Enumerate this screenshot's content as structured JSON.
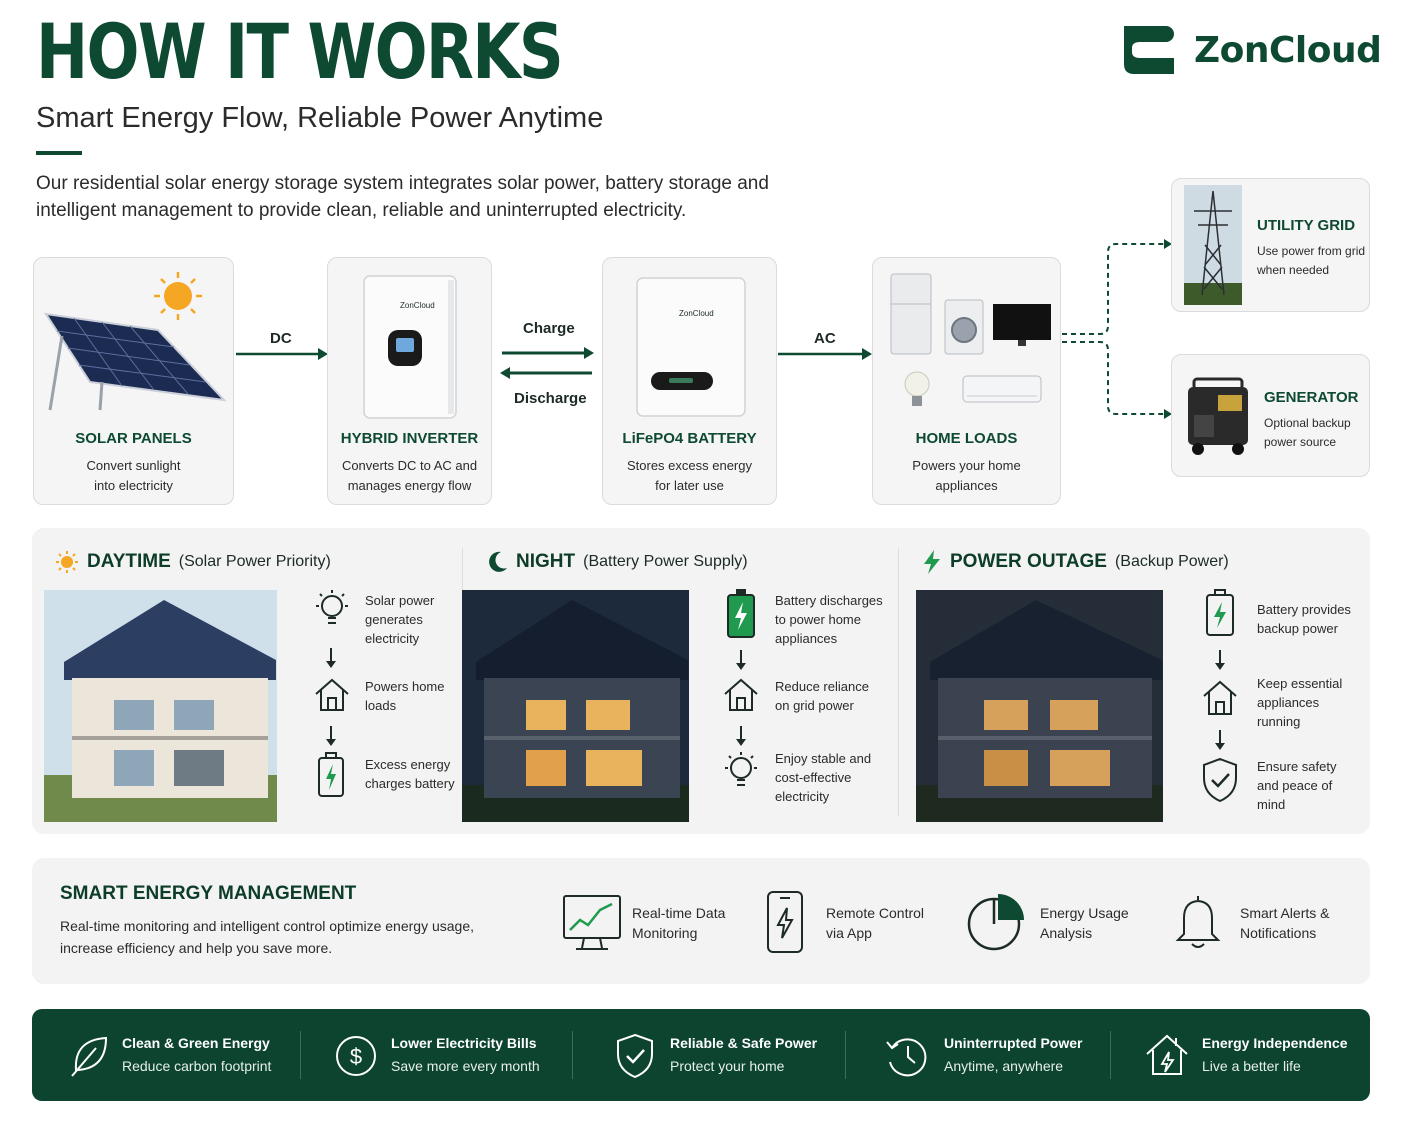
{
  "header": {
    "title": "HOW IT WORKS",
    "subtitle": "Smart Energy Flow, Reliable Power Anytime",
    "intro": "Our residential solar energy storage system integrates solar power, battery storage and intelligent management to provide clean, reliable and uninterrupted electricity."
  },
  "brand": {
    "name": "ZonCloud",
    "device_label": "ZonCloud",
    "color": "#0d4a31"
  },
  "flow": {
    "solar": {
      "title": "SOLAR PANELS",
      "desc": "Convert sunlight\ninto electricity"
    },
    "dc_label": "DC",
    "inverter": {
      "title": "HYBRID INVERTER",
      "desc": "Converts DC to AC and\nmanages energy flow"
    },
    "charge_label": "Charge",
    "discharge_label": "Discharge",
    "battery": {
      "title": "LiFePO4 BATTERY",
      "desc": "Stores excess energy\nfor later use"
    },
    "ac_label": "AC",
    "loads": {
      "title": "HOME LOADS",
      "desc": "Powers your home\nappliances"
    },
    "grid": {
      "title": "UTILITY GRID",
      "desc": "Use power from grid\nwhen needed"
    },
    "generator": {
      "title": "GENERATOR",
      "desc": "Optional backup\npower source"
    }
  },
  "modes": {
    "day": {
      "title": "DAYTIME",
      "sub": "(Solar Power Priority)",
      "steps": [
        "Solar power\ngenerates\nelectricity",
        "Powers home\nloads",
        "Excess energy\ncharges battery"
      ]
    },
    "night": {
      "title": "NIGHT",
      "sub": "(Battery Power Supply)",
      "steps": [
        "Battery discharges\nto power home\nappliances",
        "Reduce reliance\non grid power",
        "Enjoy stable and\ncost-effective\nelectricity"
      ]
    },
    "outage": {
      "title": "POWER OUTAGE",
      "sub": "(Backup Power)",
      "steps": [
        "Battery provides\nbackup power",
        "Keep essential\nappliances\nrunning",
        "Ensure safety\nand peace of\nmind"
      ]
    }
  },
  "smart": {
    "title": "SMART ENERGY MANAGEMENT",
    "desc": "Real-time monitoring and intelligent control optimize energy usage, increase efficiency and help you save more.",
    "features": [
      "Real-time Data\nMonitoring",
      "Remote Control\nvia App",
      "Energy Usage\nAnalysis",
      "Smart Alerts &\nNotifications"
    ]
  },
  "benefits": [
    {
      "title": "Clean & Green Energy",
      "sub": "Reduce carbon footprint"
    },
    {
      "title": "Lower Electricity Bills",
      "sub": "Save more every month"
    },
    {
      "title": "Reliable & Safe Power",
      "sub": "Protect your home"
    },
    {
      "title": "Uninterrupted Power",
      "sub": "Anytime, anywhere"
    },
    {
      "title": "Energy Independence",
      "sub": "Live a better life"
    }
  ],
  "colors": {
    "primary": "#0d4a31",
    "accent_green": "#1f9a4e",
    "sun": "#f5a623",
    "panel_bg": "#f2f3f2"
  }
}
